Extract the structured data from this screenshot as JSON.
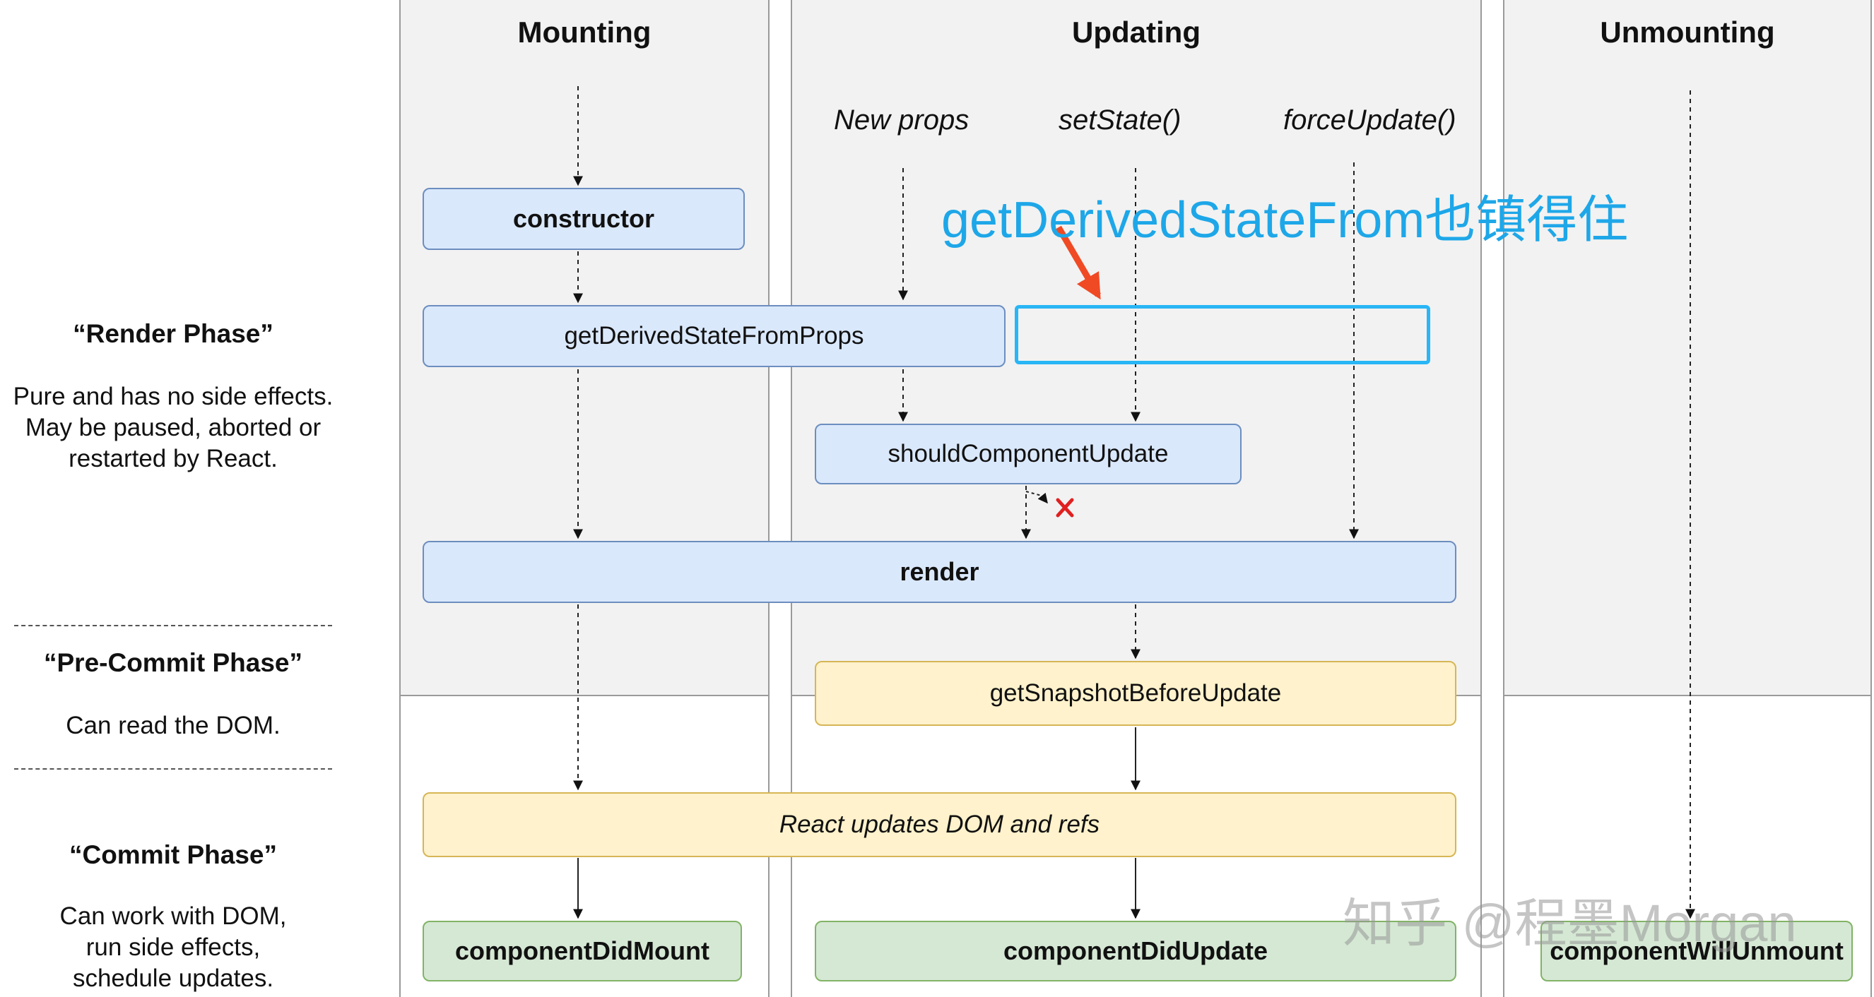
{
  "columns": {
    "mounting": "Mounting",
    "updating": "Updating",
    "unmounting": "Unmounting"
  },
  "triggers": {
    "new_props": "New props",
    "set_state": "setState()",
    "force_update": "forceUpdate()"
  },
  "phases": {
    "render": {
      "title": "“Render Phase”",
      "lines": [
        "Pure and has no side effects.",
        "May be paused, aborted or",
        "restarted by React."
      ]
    },
    "pre_commit": {
      "title": "“Pre-Commit Phase”",
      "lines": [
        "Can read the DOM."
      ]
    },
    "commit": {
      "title": "“Commit Phase”",
      "lines": [
        "Can work with DOM,",
        "run side effects,",
        "schedule updates."
      ]
    }
  },
  "methods": {
    "constructor": "constructor",
    "get_derived_state": "getDerivedStateFromProps",
    "should_update": "shouldComponentUpdate",
    "render": "render",
    "get_snapshot": "getSnapshotBeforeUpdate",
    "dom_refs": "React updates DOM and refs",
    "did_mount": "componentDidMount",
    "did_update": "componentDidUpdate",
    "will_unmount": "componentWillUnmount"
  },
  "annotation": {
    "text": "getDerivedStateFrom也镇得住"
  },
  "watermark": "知乎 @程墨Morgan",
  "colors": {
    "render_phase_box": "#dae8fc",
    "pre_commit_box": "#fff2cc",
    "commit_box": "#d5e8d4",
    "annotation": "#1ea7e8",
    "arrow_annotation": "#f04a24",
    "cancel_mark": "#e02020"
  }
}
